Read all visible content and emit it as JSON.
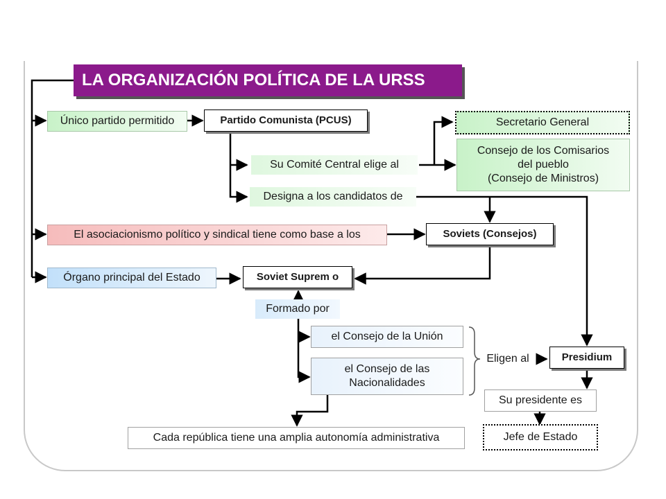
{
  "title": "LA ORGANIZACIÓN POLÍTICA DE LA URSS",
  "nodes": {
    "unico_partido": "Único partido permitido",
    "pcus": "Partido Comunista (PCUS)",
    "secretario": "Secretario General",
    "comite": "Su Comité Central elige al",
    "consejo_comisarios": "Consejo de los Comisarios\ndel pueblo\n(Consejo de Ministros)",
    "designa": "Designa a los candidatos de",
    "asociacionismo": "El asociacionismo político y sindical tiene como base a los",
    "soviets": "Soviets (Consejos)",
    "organo": "Órgano principal del Estado",
    "soviet_supremo": "Soviet Suprem o",
    "formado": "Formado por",
    "consejo_union": "el Consejo de la Unión",
    "consejo_nacionalidades": "el Consejo de las\nNacionalidades",
    "eligen": "Eligen al",
    "presidium": "Presidium",
    "su_presidente": "Su presidente es",
    "jefe": "Jefe de Estado",
    "cada_republica": "Cada república tiene una amplia autonomía administrativa"
  },
  "colors": {
    "title_bg": "#8b1a8b",
    "green": "#c8f2c8",
    "pink": "#f6bcbc",
    "blue": "#c2e0fa"
  }
}
